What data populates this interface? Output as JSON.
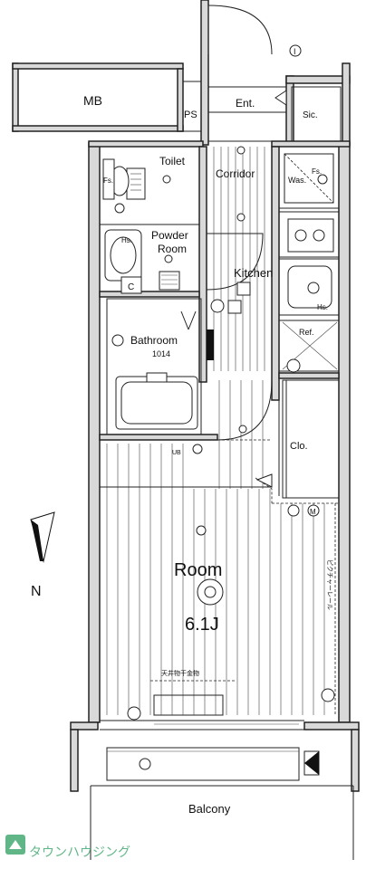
{
  "rooms": {
    "mb": "MB",
    "ps": "PS",
    "entrance": "Ent.",
    "shoe_closet": "Sic.",
    "toilet": "Toilet",
    "corridor": "Corridor",
    "washer": "Was.",
    "powder_room_line1": "Powder",
    "powder_room_line2": "Room",
    "kitchen": "Kitchen",
    "bathroom": "Bathroom",
    "bathroom_size": "1014",
    "refrigerator": "Ref.",
    "closet": "Clo.",
    "room": "Room",
    "room_size": "6.1J",
    "balcony": "Balcony"
  },
  "fixture_marks": {
    "intercom": "I",
    "fs": "Fs.",
    "hs_powder": "Hs.",
    "hs_kitchen": "Hs.",
    "c_mark": "C",
    "ub_mark": "UB",
    "m_mark": "M",
    "fs_wash": "Fs."
  },
  "annotations": {
    "ceiling_hanger": "天井物干金物",
    "picture_rail": "ピクチャーレール"
  },
  "compass": {
    "north": "N"
  },
  "watermark": {
    "text": "タウンハウジング"
  }
}
